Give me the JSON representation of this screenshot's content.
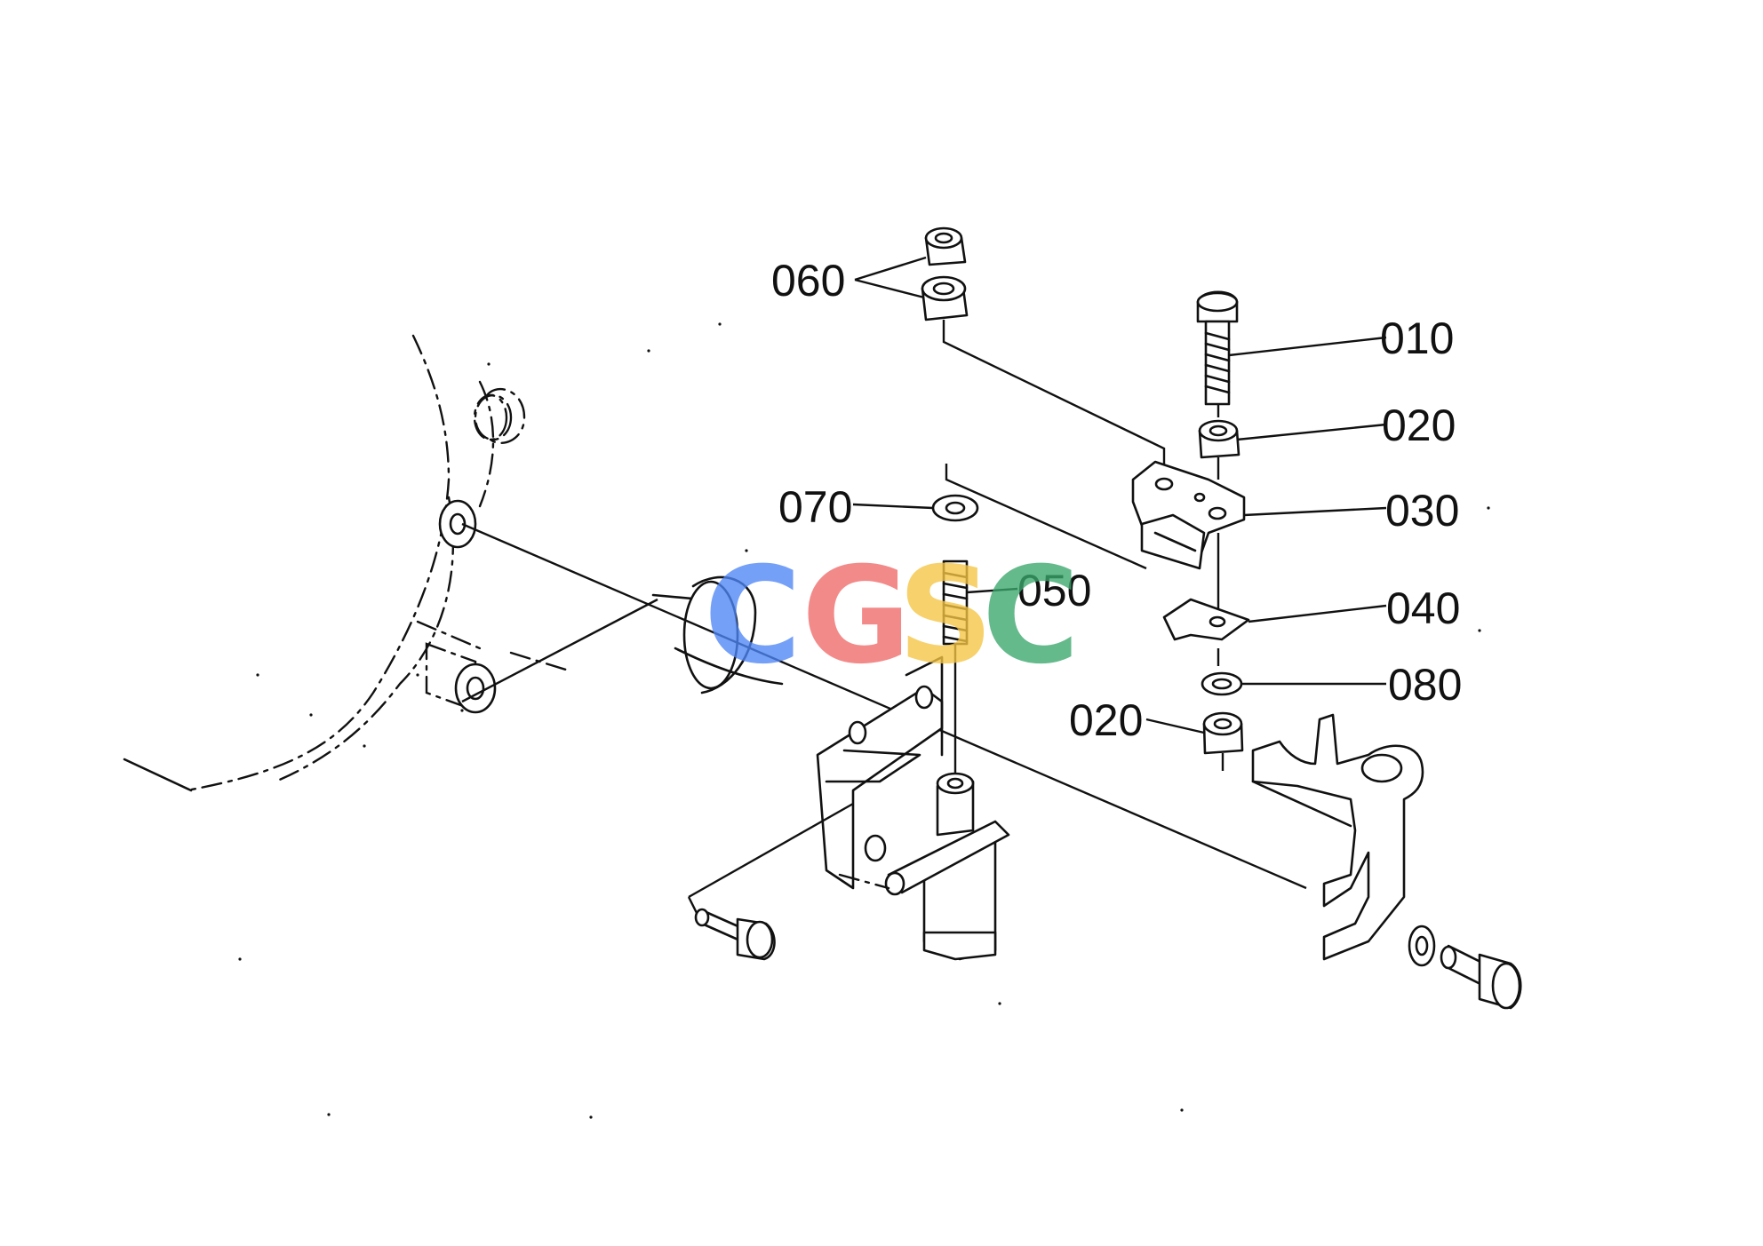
{
  "parts": [
    {
      "id": "p010",
      "label": "010",
      "name": "bolt"
    },
    {
      "id": "p020a",
      "label": "020",
      "name": "nut"
    },
    {
      "id": "p030",
      "label": "030",
      "name": "bracket"
    },
    {
      "id": "p040",
      "label": "040",
      "name": "plate"
    },
    {
      "id": "p080",
      "label": "080",
      "name": "washer"
    },
    {
      "id": "p020b",
      "label": "020",
      "name": "nut"
    },
    {
      "id": "p060",
      "label": "060",
      "name": "nut"
    },
    {
      "id": "p070",
      "label": "070",
      "name": "washer"
    },
    {
      "id": "p050",
      "label": "050",
      "name": "stud"
    }
  ],
  "watermark": {
    "letters": [
      "C",
      "G",
      "S",
      "C"
    ],
    "colors": [
      "#4f86f7",
      "#f06a6a",
      "#f5c542",
      "#3aa76d"
    ]
  }
}
